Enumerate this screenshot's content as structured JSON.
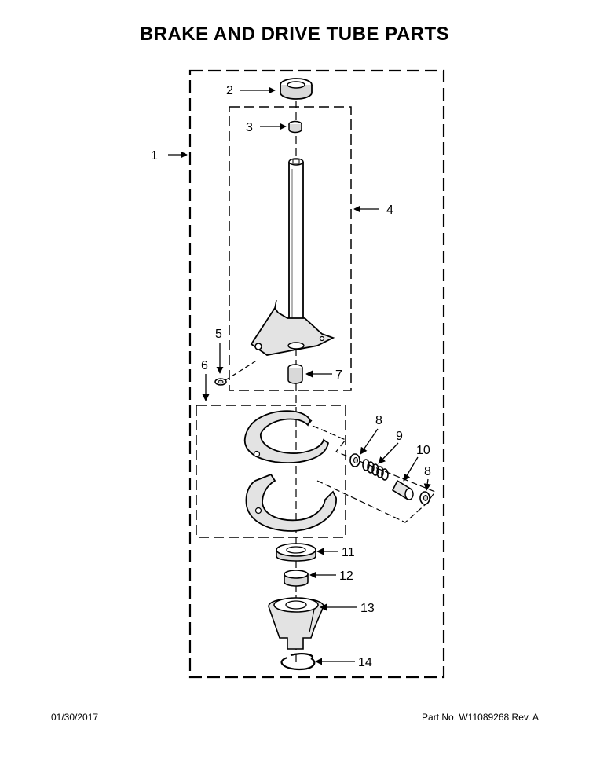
{
  "title": "BRAKE AND DRIVE TUBE PARTS",
  "footer": {
    "date": "01/30/2017",
    "part_no": "Part No.  W11089268  Rev.  A"
  },
  "callouts": [
    {
      "id": "1",
      "label": "1"
    },
    {
      "id": "2",
      "label": "2"
    },
    {
      "id": "3",
      "label": "3"
    },
    {
      "id": "4",
      "label": "4"
    },
    {
      "id": "5",
      "label": "5"
    },
    {
      "id": "6",
      "label": "6"
    },
    {
      "id": "7",
      "label": "7"
    },
    {
      "id": "8a",
      "label": "8"
    },
    {
      "id": "9",
      "label": "9"
    },
    {
      "id": "10",
      "label": "10"
    },
    {
      "id": "8b",
      "label": "8"
    },
    {
      "id": "11",
      "label": "11"
    },
    {
      "id": "12",
      "label": "12"
    },
    {
      "id": "13",
      "label": "13"
    },
    {
      "id": "14",
      "label": "14"
    }
  ],
  "colors": {
    "ink": "#000000",
    "shade": "#d9d9d9",
    "background": "#ffffff"
  }
}
